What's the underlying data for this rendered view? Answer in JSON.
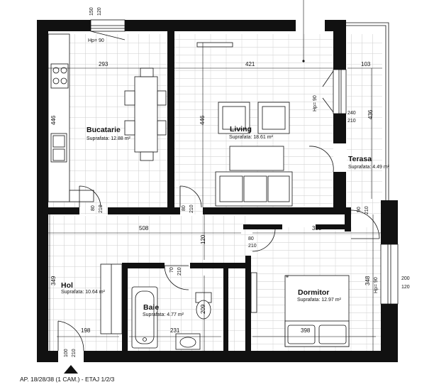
{
  "caption": "AP. 18/28/38 (1 CAM.) - ETAJ 1/2/3",
  "rooms": [
    {
      "name": "Bucatarie",
      "area_label": "Suprafata: 12.88 m²"
    },
    {
      "name": "Living",
      "area_label": "Suprafata: 18.61 m²"
    },
    {
      "name": "Terasa",
      "area_label": "Suprafata: 4.49 m²"
    },
    {
      "name": "Hol",
      "area_label": "Suprafata: 10.64 m²"
    },
    {
      "name": "Baie",
      "area_label": "Suprafata: 4.77 m²"
    },
    {
      "name": "Dormitor",
      "area_label": "Suprafata: 12.97 m²"
    }
  ],
  "dimensions": {
    "kitchen_width": "293",
    "living_width": "421",
    "terrace_width": "103",
    "kitchen_height": "446",
    "living_height": "446",
    "terrace_height": "436",
    "hall_length": "508",
    "bedroom_width": "338",
    "hall_depth": "349",
    "corridor_gap": "120",
    "hall_bottom_width": "198",
    "bath_width": "231",
    "bedroom_bottom_width": "398",
    "bedroom_height": "348",
    "bath_height": "209"
  },
  "openings": {
    "kitchen_window": [
      "150",
      "120"
    ],
    "kitchen_window_hp": "Hp= 90",
    "kitchen_door": [
      "80",
      "210"
    ],
    "living_door": [
      "80",
      "210"
    ],
    "living_window_hp": "Hp= 90",
    "terrace_door": [
      "240",
      "210"
    ],
    "terrace_side_door": [
      "90",
      "210"
    ],
    "bedroom_door": [
      "80",
      "210"
    ],
    "bath_door": [
      "70",
      "210"
    ],
    "bedroom_window_hp": "Hp= 90",
    "bedroom_window": [
      "200",
      "120"
    ],
    "entrance_door": [
      "100",
      "210"
    ]
  }
}
